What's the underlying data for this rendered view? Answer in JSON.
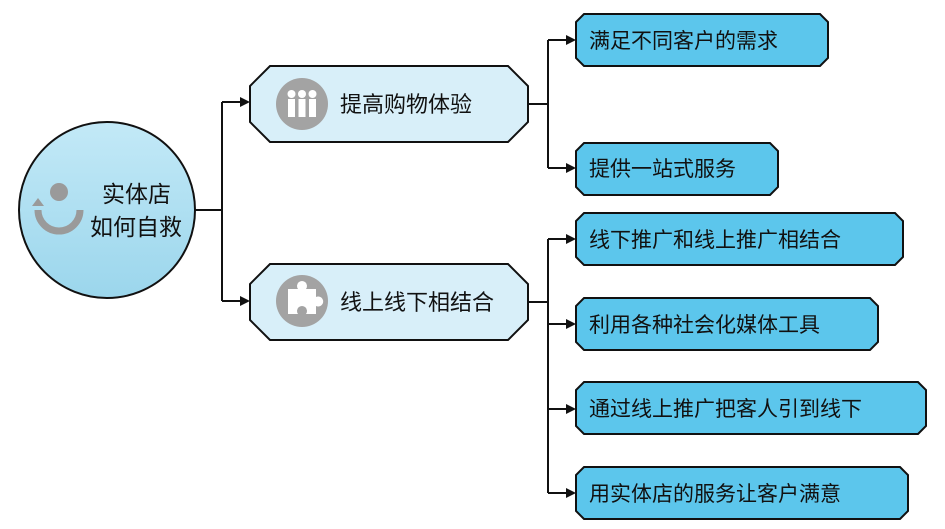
{
  "root": {
    "line1": "实体店",
    "line2": "如何自救",
    "icon": "refresh-person-icon"
  },
  "branches": [
    {
      "label": "提高购物体验",
      "icon": "people-icon",
      "leaves": [
        "满足不同客户的需求",
        "提供一站式服务"
      ]
    },
    {
      "label": "线上线下相结合",
      "icon": "puzzle-icon",
      "leaves": [
        "线下推广和线上推广相结合",
        "利用各种社会化媒体工具",
        "通过线上推广把客人引到线下",
        "用实体店的服务让客户满意"
      ]
    }
  ],
  "colors": {
    "root_fill": "#a6dcef",
    "mid_fill": "#d8eff9",
    "leaf_fill": "#5cc6ec",
    "icon_bg": "#a3a3a3",
    "stroke": "#111111"
  }
}
